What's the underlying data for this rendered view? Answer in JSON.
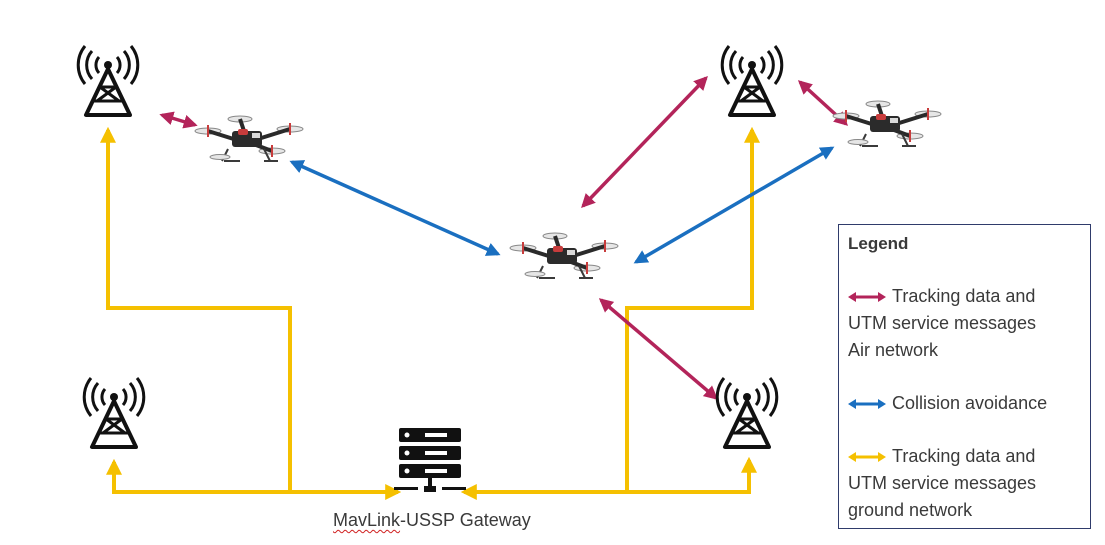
{
  "gateway": {
    "label_part1": "MavLink",
    "label_part2": "-USSP Gateway"
  },
  "legend": {
    "title": "Legend",
    "entries": [
      {
        "lines": [
          "Tracking data and",
          "UTM service messages",
          "Air network"
        ],
        "color": "#b3245a"
      },
      {
        "lines": [
          "Collision avoidance"
        ],
        "color": "#1a6fc0"
      },
      {
        "lines": [
          "Tracking data and",
          "UTM service messages",
          "ground network"
        ],
        "color": "#f5c000"
      }
    ]
  },
  "colors": {
    "air_network": "#b3245a",
    "collision": "#1a6fc0",
    "ground_network": "#f5c000",
    "icon": "#111111"
  }
}
